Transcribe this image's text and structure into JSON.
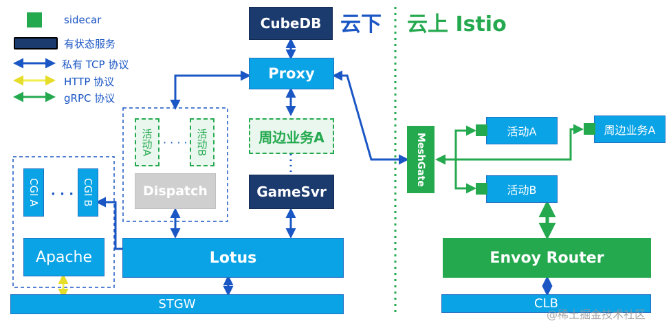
{
  "legend": {
    "sidecar": "sidecar",
    "stateful": "有状态服务",
    "tcp": "私有 TCP 协议",
    "http": "HTTP 协议",
    "grpc": "gRPC 协议"
  },
  "headers": {
    "cloud_down": "云下",
    "cloud_up": "云上 Istio"
  },
  "nodes": {
    "cubedb": "CubeDB",
    "proxy": "Proxy",
    "peripheral_a_dashed": "周边业务A",
    "gamesvr": "GameSvr",
    "activity_a_dashed": "活动A",
    "activity_b_dashed": "活动B",
    "dots_mid": "· · · ·",
    "dispatch": "Dispatch",
    "cgi_a": "CGI A",
    "cgi_b": "CGI B",
    "dots_cgi": "· · ·",
    "apache": "Apache",
    "lotus": "Lotus",
    "stgw": "STGW",
    "meshgate": "MeshGate",
    "activity_a": "活动A",
    "activity_b": "活动B",
    "peripheral_a": "周边业务A",
    "envoy": "Envoy Router",
    "clb": "CLB"
  },
  "watermark": "@稀土掘金技术社区",
  "colors": {
    "blue": "#0aa3e6",
    "navy": "#1b3a6e",
    "green": "#25a94f",
    "tcp_arrow": "#1a56c4",
    "http_arrow": "#f2ee4a",
    "grpc_arrow": "#25a94f",
    "header_blue": "#1a56c4"
  }
}
